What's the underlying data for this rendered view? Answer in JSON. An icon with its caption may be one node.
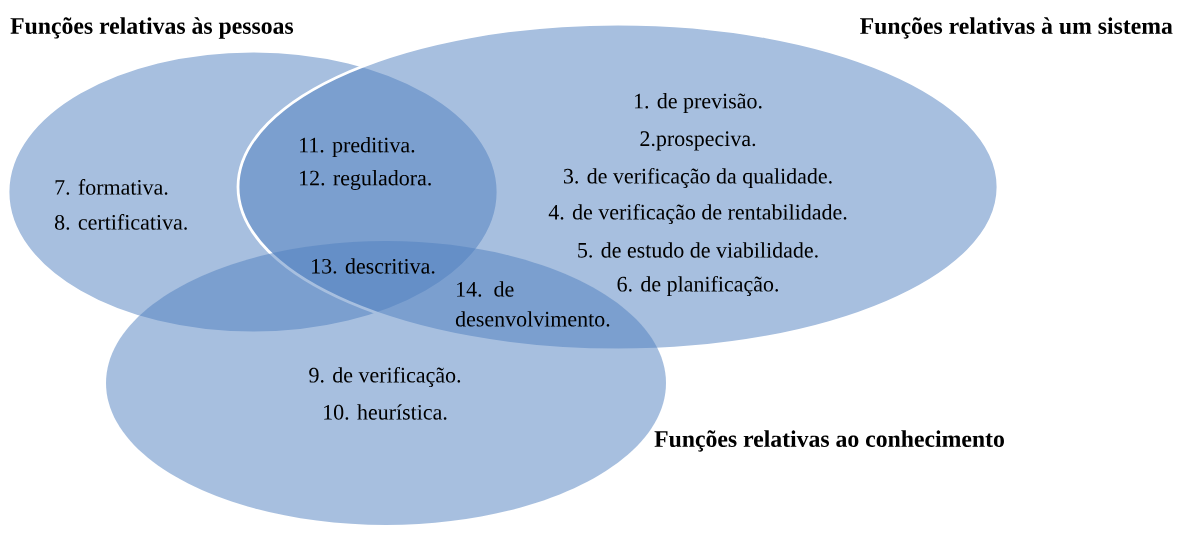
{
  "diagram": {
    "nodes": [
      {
        "text": [
          "Funções relativas às pessoas",
          "7. formativa.",
          "8. certificativa."
        ]
      },
      {
        "text": [
          "Funções relativas à um sistema",
          "1. de previsão.",
          "2.prospeciva.",
          "3. de verificação da qualidade.",
          "4. de verificação de rentabilidade.",
          "5. de estudo de viabilidade.",
          "6. de planificação."
        ]
      },
      {
        "text": [
          "Funções relativas ao conhecimento",
          "9. de verificação.",
          "10. heurística."
        ]
      }
    ],
    "labels": [
      "11. preditiva.",
      "12. reguladora.",
      "13. descritiva.",
      "14. de desenvolvimento."
    ]
  }
}
